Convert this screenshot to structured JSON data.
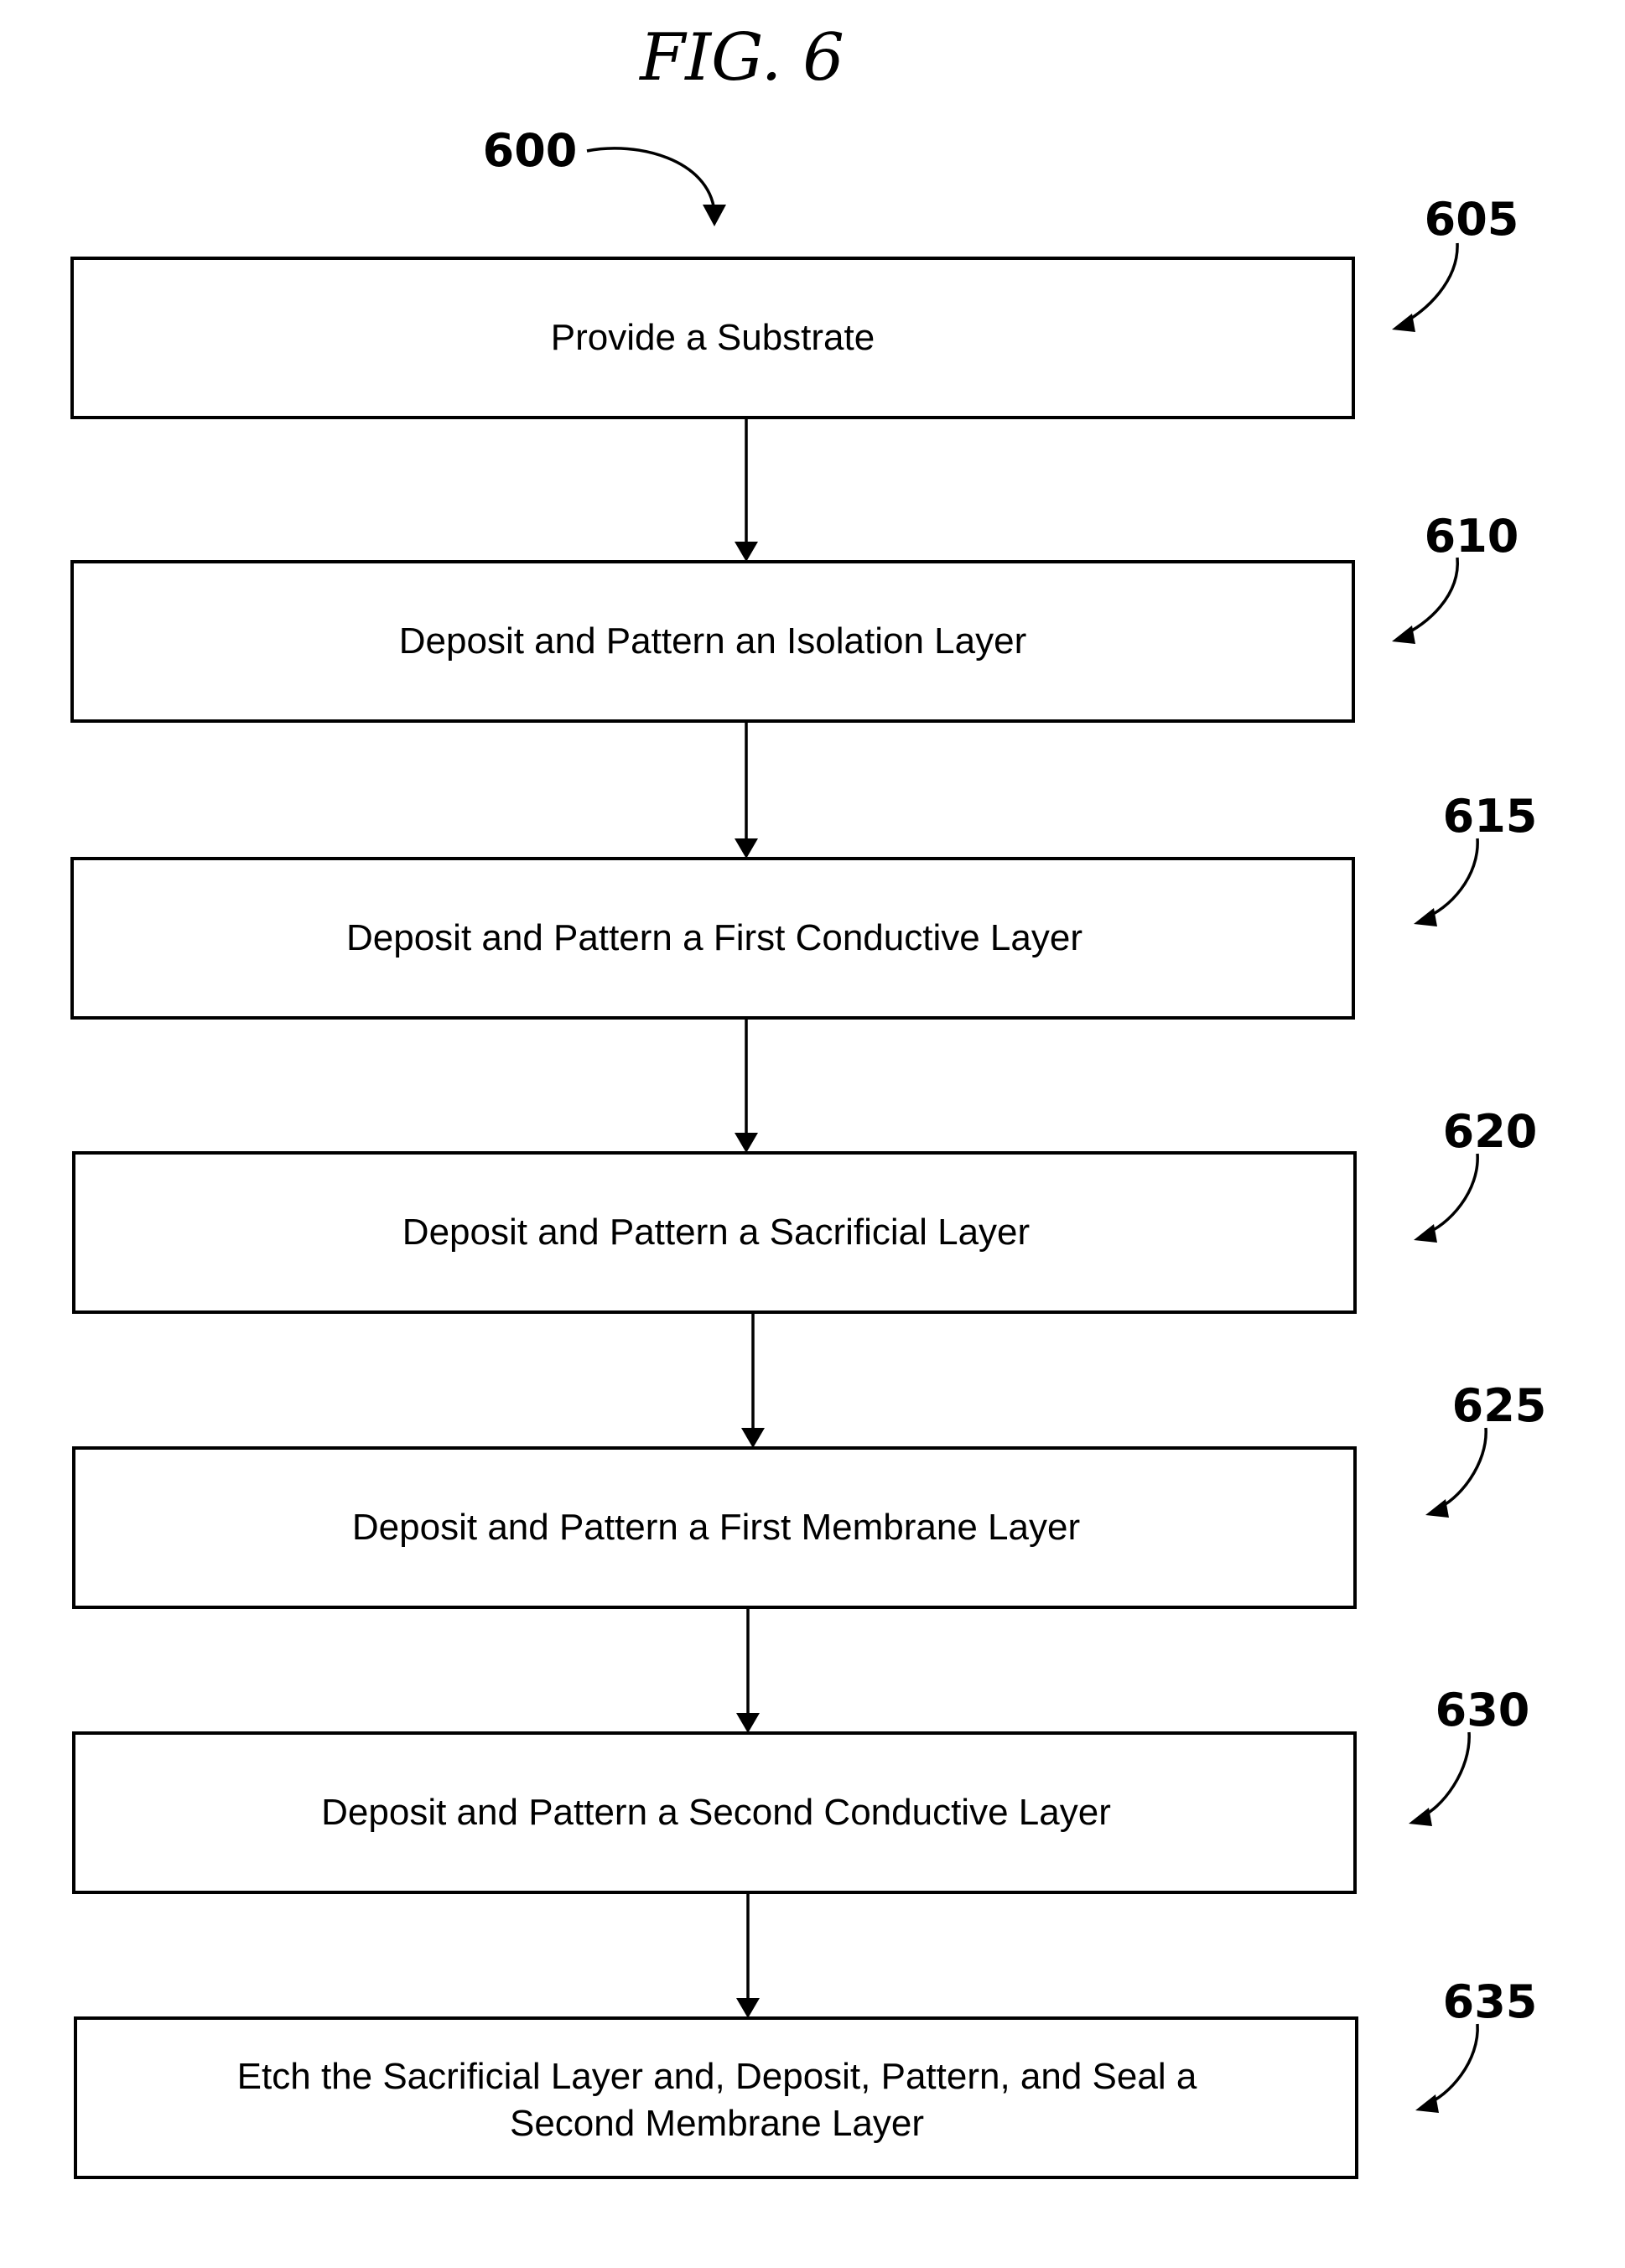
{
  "figure": {
    "title": "FIG. 6",
    "process_ref": "600"
  },
  "steps": [
    {
      "ref": "605",
      "lines": [
        "Provide a Substrate"
      ]
    },
    {
      "ref": "610",
      "lines": [
        "Deposit and Pattern an Isolation Layer"
      ]
    },
    {
      "ref": "615",
      "lines": [
        "Deposit and Pattern a First Conductive Layer"
      ]
    },
    {
      "ref": "620",
      "lines": [
        "Deposit and Pattern a Sacrificial Layer"
      ]
    },
    {
      "ref": "625",
      "lines": [
        "Deposit and Pattern a First Membrane Layer"
      ]
    },
    {
      "ref": "630",
      "lines": [
        "Deposit and Pattern a Second Conductive Layer"
      ]
    },
    {
      "ref": "635",
      "lines": [
        "Etch the Sacrificial Layer and, Deposit, Pattern, and Seal a",
        "Second Membrane Layer"
      ]
    }
  ]
}
